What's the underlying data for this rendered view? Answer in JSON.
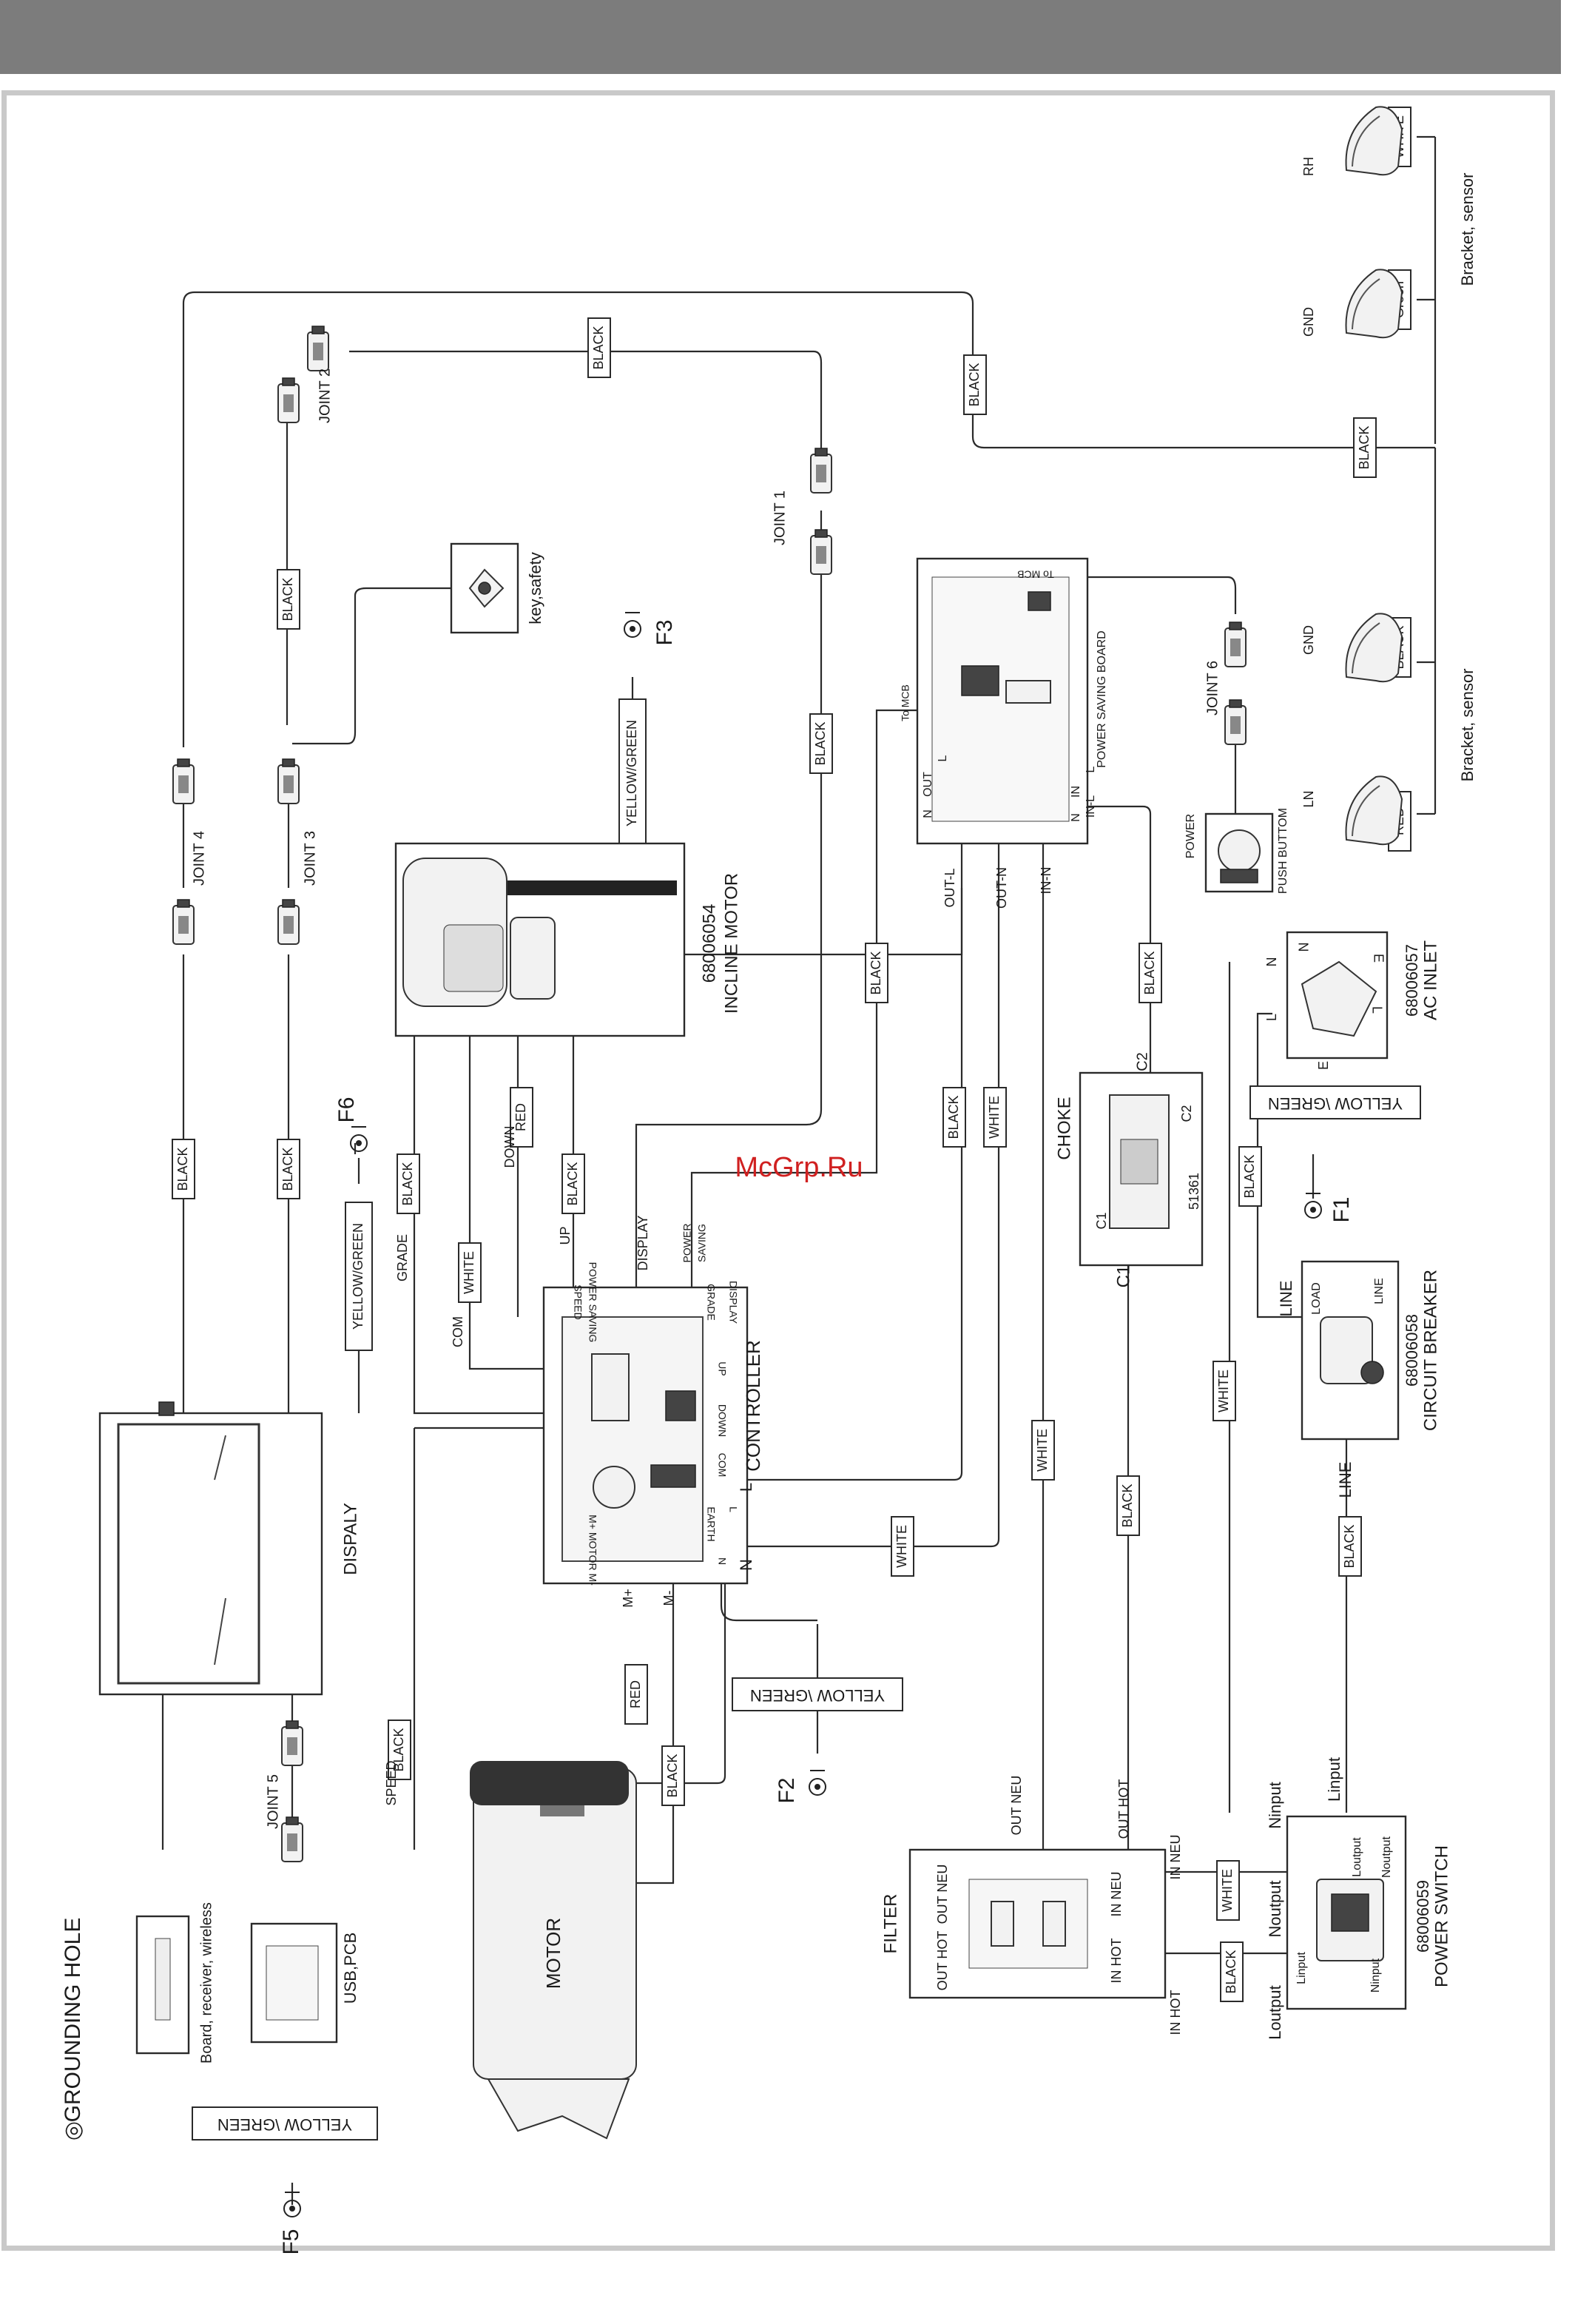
{
  "watermark": "McGrp.Ru",
  "legend": {
    "symbol": "◎",
    "text": "GROUNDING HOLE"
  },
  "components": {
    "controller": "CONTROLLER",
    "controller_pins": [
      "SPEED",
      "POWER SAVING",
      "GRADE",
      "DISPLAY",
      "UP",
      "DOWN",
      "COM",
      "L",
      "EARTH",
      "N",
      "M+ MOTOR M-"
    ],
    "incline_motor_pn": "68006054",
    "incline_motor": "INCLINE MOTOR",
    "motor": "MOTOR",
    "display": "DISPALY",
    "board": "Board, receiver, wireless",
    "usb": "USB,PCB",
    "key": "key,safety",
    "psb": "POWER SAVING BOARD",
    "psb_pins": [
      "To MCB",
      "OUT",
      "L",
      "N",
      "IN",
      "L",
      "N",
      "IN-L"
    ],
    "choke": "CHOKE",
    "choke_pn": "51361",
    "choke_pins": [
      "C1",
      "C2"
    ],
    "ac_inlet_pn": "68006057",
    "ac_inlet": "AC INLET",
    "ac_pins": [
      "N",
      "L",
      "E"
    ],
    "breaker_pn": "68006058",
    "breaker": "CIRCUIT BREAKER",
    "breaker_pins": [
      "LOAD",
      "LINE"
    ],
    "filter": "FILTER",
    "filter_pins": [
      "OUT NEU",
      "OUT HOT",
      "IN NEU",
      "IN HOT"
    ],
    "switch_pn": "68006059",
    "switch": "POWER SWITCH",
    "switch_pins": [
      "Loutput",
      "Linput",
      "Noutput",
      "Ninput"
    ],
    "push_button": [
      "POWER",
      "PUSH BUTTOM"
    ],
    "sensor_bracket": "Bracket, sensor",
    "sensor_pins": [
      "RH",
      "GND",
      "GND",
      "LN"
    ]
  },
  "joints": [
    "JOINT 1",
    "JOINT 2",
    "JOINT 3",
    "JOINT 4",
    "JOINT 5",
    "JOINT 6"
  ],
  "grounds": [
    "F1",
    "F2",
    "F3",
    "F5",
    "F6"
  ],
  "wire_labels": {
    "black": "BLACK",
    "white": "WHITE",
    "red": "RED",
    "green": "Green",
    "yg_slash": "YELLOW \\GREEN",
    "yg": "YELLOW/GREEN"
  },
  "signal_labels": {
    "grade": "GRADE",
    "com": "COM",
    "down": "DOWN",
    "up": "UP",
    "display": "DISPLAY",
    "power_saving": [
      "POWER",
      "SAVING"
    ],
    "speed": "SPEED",
    "mplus": "M+",
    "mminus": "M-",
    "out_l": "OUT-L",
    "out_n": "OUT-N",
    "in_n": "IN-N",
    "l": "L",
    "n": "N",
    "e": "E",
    "c1": "C1",
    "c2": "C2",
    "line": "LINE",
    "out_neu": "OUT NEU",
    "out_hot": "OUT HOT",
    "in_neu": "IN NEU",
    "in_hot": "IN HOT",
    "ninput": "Ninput",
    "linput": "Linput",
    "noutput": "Noutput",
    "loutput": "Loutput"
  }
}
